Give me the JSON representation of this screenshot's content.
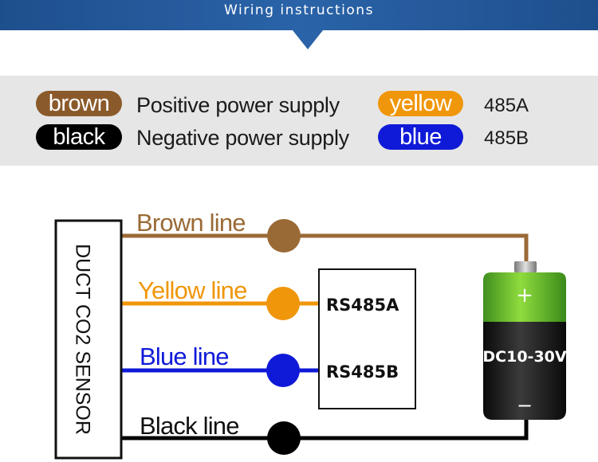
{
  "header": {
    "title": "Wiring instructions"
  },
  "legend": [
    {
      "color_name": "brown",
      "color": "#8b5a2b",
      "description": "Positive power supply"
    },
    {
      "color_name": "black",
      "color": "#000000",
      "description": "Negative power supply"
    },
    {
      "color_name": "yellow",
      "color": "#f0960a",
      "description": "485A"
    },
    {
      "color_name": "blue",
      "color": "#0f1ad8",
      "description": "485B"
    }
  ],
  "sensor": {
    "label": "DUCT CO2 SENSOR"
  },
  "lines": [
    {
      "label": "Brown line",
      "color": "#9a6a36"
    },
    {
      "label": "Yellow line",
      "color": "#f0960a"
    },
    {
      "label": "Blue line",
      "color": "#0f1ad8"
    },
    {
      "label": "Black line",
      "color": "#000000"
    }
  ],
  "rs485_box": {
    "a_label": "RS485A",
    "b_label": "RS485B"
  },
  "battery": {
    "label": "DC10-30V",
    "plus": "+",
    "minus": "−"
  }
}
